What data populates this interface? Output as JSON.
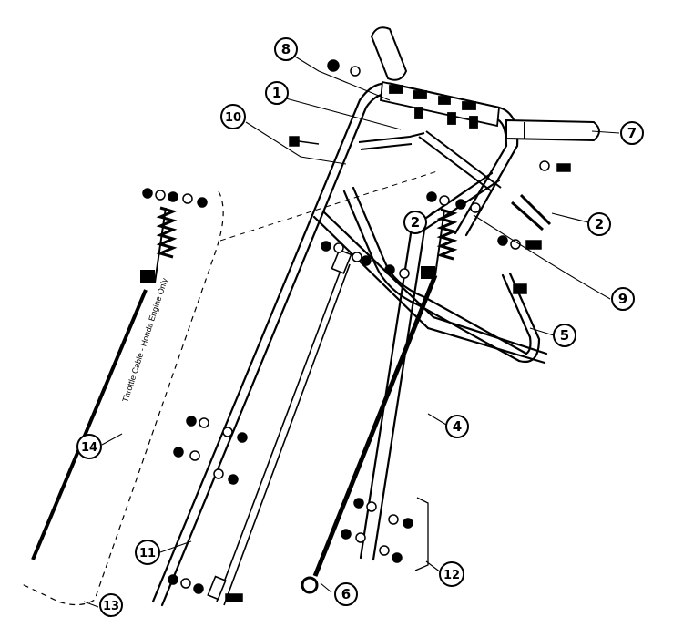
{
  "diagram": {
    "callouts": {
      "c1": "1",
      "c2a": "2",
      "c2b": "2",
      "c4": "4",
      "c5": "5",
      "c6": "6",
      "c7": "7",
      "c8": "8",
      "c9": "9",
      "c10": "10",
      "c11": "11",
      "c12": "12",
      "c13": "13",
      "c14": "14"
    },
    "throttle_note": "Throttle Cable - Honda Engine Only"
  }
}
